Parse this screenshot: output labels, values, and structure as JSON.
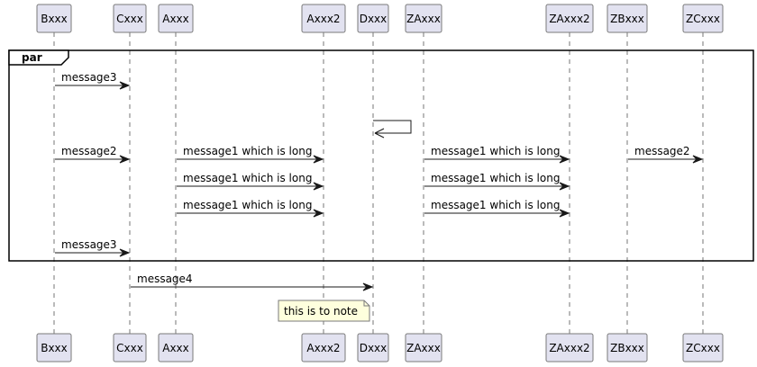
{
  "participants": [
    {
      "id": "b",
      "label": "Bxxx"
    },
    {
      "id": "c",
      "label": "Cxxx"
    },
    {
      "id": "a",
      "label": "Axxx"
    },
    {
      "id": "a2",
      "label": "Axxx2"
    },
    {
      "id": "d",
      "label": "Dxxx"
    },
    {
      "id": "za",
      "label": "ZAxxx"
    },
    {
      "id": "za2",
      "label": "ZAxxx2"
    },
    {
      "id": "zb",
      "label": "ZBxxx"
    },
    {
      "id": "zc",
      "label": "ZCxxx"
    }
  ],
  "fragment": {
    "label": "par"
  },
  "messages": [
    {
      "from": "b",
      "to": "c",
      "label": "message3"
    },
    {
      "from": "d",
      "to": "d",
      "label": ""
    },
    {
      "from": "b",
      "to": "c",
      "label": "message2"
    },
    {
      "from": "a",
      "to": "a2",
      "label": "message1 which is long"
    },
    {
      "from": "za",
      "to": "za2",
      "label": "message1 which is long"
    },
    {
      "from": "zb",
      "to": "zc",
      "label": "message2"
    },
    {
      "from": "a",
      "to": "a2",
      "label": "message1 which is long"
    },
    {
      "from": "za",
      "to": "za2",
      "label": "message1 which is long"
    },
    {
      "from": "a",
      "to": "a2",
      "label": "message1 which is long"
    },
    {
      "from": "za",
      "to": "za2",
      "label": "message1 which is long"
    },
    {
      "from": "b",
      "to": "c",
      "label": "message3"
    },
    {
      "from": "c",
      "to": "d",
      "label": "message4"
    }
  ],
  "note": {
    "over": "d",
    "side": "left",
    "text": "this is to note"
  }
}
